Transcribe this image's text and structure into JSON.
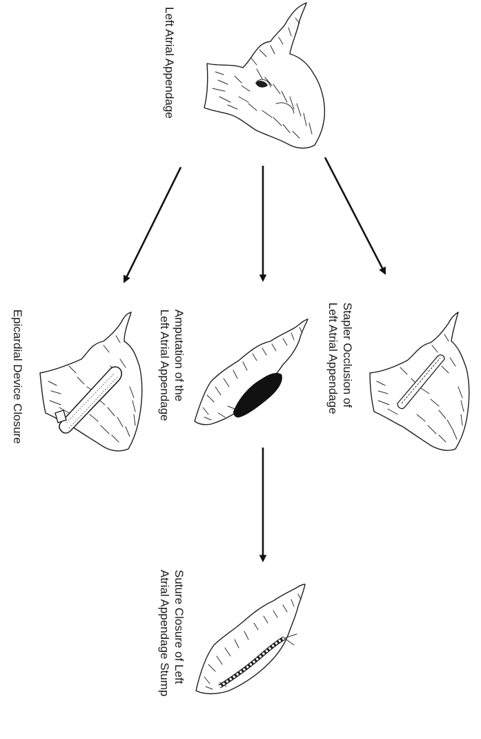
{
  "diagram": {
    "nodes": {
      "laa": {
        "label": "Left Atrial Appendage"
      },
      "epicardial": {
        "label": "Epicardial Device Closure"
      },
      "amputation": {
        "line1": "Amputation of the",
        "line2": "Left Atrial Appendage"
      },
      "stapler": {
        "line1": "Stapler Occlusion of",
        "line2": "Left Atrial Appendage"
      },
      "suture": {
        "line1": "Suture Closure of Left",
        "line2": "Atrial Appendage Stump"
      }
    },
    "edges": [
      {
        "from": "laa",
        "to": "epicardial"
      },
      {
        "from": "laa",
        "to": "amputation"
      },
      {
        "from": "laa",
        "to": "stapler"
      },
      {
        "from": "amputation",
        "to": "suture"
      }
    ]
  }
}
